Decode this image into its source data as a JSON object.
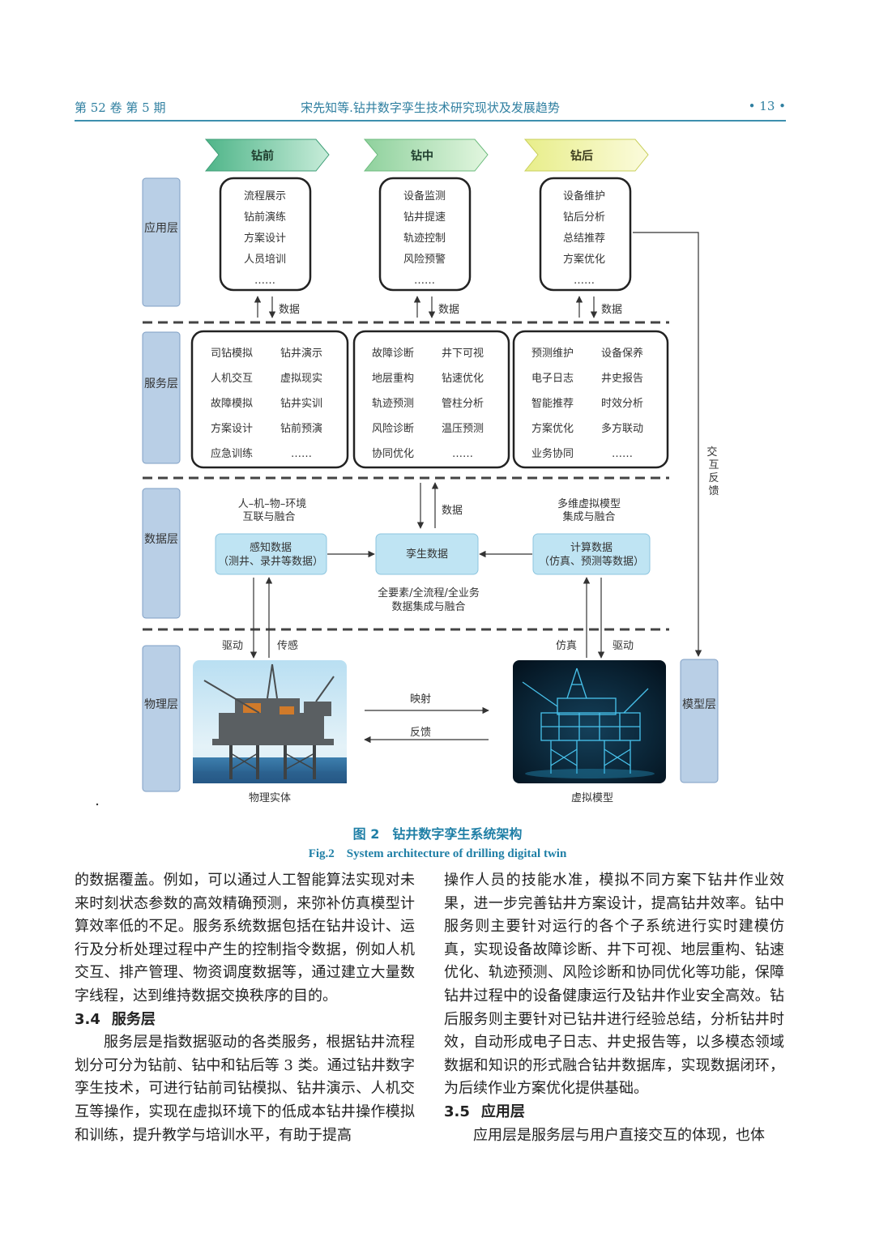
{
  "header": {
    "left": "第 52 卷 第 5 期",
    "center": "宋先知等.钻井数字孪生技术研究现状及发展趋势",
    "right": "• 13 •"
  },
  "figure": {
    "stages": [
      "钻前",
      "钻中",
      "钻后"
    ],
    "layers": {
      "app": "应用层",
      "service": "服务层",
      "data": "数据层",
      "physical": "物理层",
      "model": "模型层"
    },
    "app_boxes": [
      [
        "流程展示",
        "钻前演练",
        "方案设计",
        "人员培训",
        "……"
      ],
      [
        "设备监测",
        "钻井提速",
        "轨迹控制",
        "风险预警",
        "……"
      ],
      [
        "设备维护",
        "钻后分析",
        "总结推荐",
        "方案优化",
        "……"
      ]
    ],
    "service_boxes": [
      [
        "司钻模拟",
        "钻井演示",
        "人机交互",
        "虚拟现实",
        "故障模拟",
        "钻井实训",
        "方案设计",
        "钻前预演",
        "应急训练",
        "……"
      ],
      [
        "故障诊断",
        "井下可视",
        "地层重构",
        "钻速优化",
        "轨迹预测",
        "管柱分析",
        "风险诊断",
        "温压预测",
        "协同优化",
        "……"
      ],
      [
        "预测维护",
        "设备保养",
        "电子日志",
        "井史报告",
        "智能推荐",
        "时效分析",
        "方案优化",
        "多方联动",
        "业务协同",
        "……"
      ]
    ],
    "data_label": "数据",
    "interaction_feedback": "交互反馈",
    "sense_title": "人–机–物–环境互联与融合",
    "sense_data": {
      "title": "感知数据",
      "sub": "（测井、录井等数据）"
    },
    "twin_data": "孪生数据",
    "calc_title": "多维虚拟模型集成与融合",
    "calc_data": {
      "title": "计算数据",
      "sub": "（仿真、预测等数据）"
    },
    "integration": "全要素/全流程/全业务数据集成与融合",
    "drive": "驱动",
    "sense": "传感",
    "simulate": "仿真",
    "mapping": "映射",
    "feedback": "反馈",
    "physical_entity": "物理实体",
    "virtual_model": "虚拟模型"
  },
  "caption": {
    "cn": "图 2　钻井数字孪生系统架构",
    "en": "Fig.2　System architecture of drilling digital twin"
  },
  "left_col": {
    "p1": "的数据覆盖。例如，可以通过人工智能算法实现对未来时刻状态参数的高效精确预测，来弥补仿真模型计算效率低的不足。服务系统数据包括在钻井设计、运行及分析处理过程中产生的控制指令数据，例如人机交互、排产管理、物资调度数据等，通过建立大量数字线程，达到维持数据交换秩序的目的。",
    "h_num": "3.4",
    "h_text": "服务层",
    "p2": "服务层是指数据驱动的各类服务，根据钻井流程划分可分为钻前、钻中和钻后等 3 类。通过钻井数字孪生技术，可进行钻前司钻模拟、钻井演示、人机交互等操作，实现在虚拟环境下的低成本钻井操作模拟和训练，提升教学与培训水平，有助于提高"
  },
  "right_col": {
    "p1": "操作人员的技能水准，模拟不同方案下钻井作业效果，进一步完善钻井方案设计，提高钻井效率。钻中服务则主要针对运行的各个子系统进行实时建模仿真，实现设备故障诊断、井下可视、地层重构、钻速优化、轨迹预测、风险诊断和协同优化等功能，保障钻井过程中的设备健康运行及钻井作业安全高效。钻后服务则主要针对已钻井进行经验总结，分析钻井时效，自动形成电子日志、井史报告等，以多模态领域数据和知识的形式融合钻井数据库，实现数据闭环，为后续作业方案优化提供基础。",
    "h_num": "3.5",
    "h_text": "应用层",
    "p2": "应用层是服务层与用户直接交互的体现，也体"
  }
}
